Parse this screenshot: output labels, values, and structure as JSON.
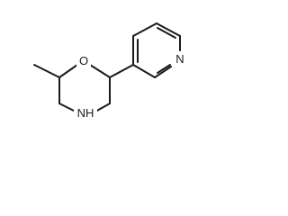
{
  "molecule": {
    "atom_labels": {
      "oxygen": "O",
      "nitrogen_ring": "N",
      "nitrogen_amine": "NH"
    }
  },
  "colors": {
    "bond": "#1a1a1a",
    "text": "#1a1a1a",
    "background": "#ffffff"
  }
}
